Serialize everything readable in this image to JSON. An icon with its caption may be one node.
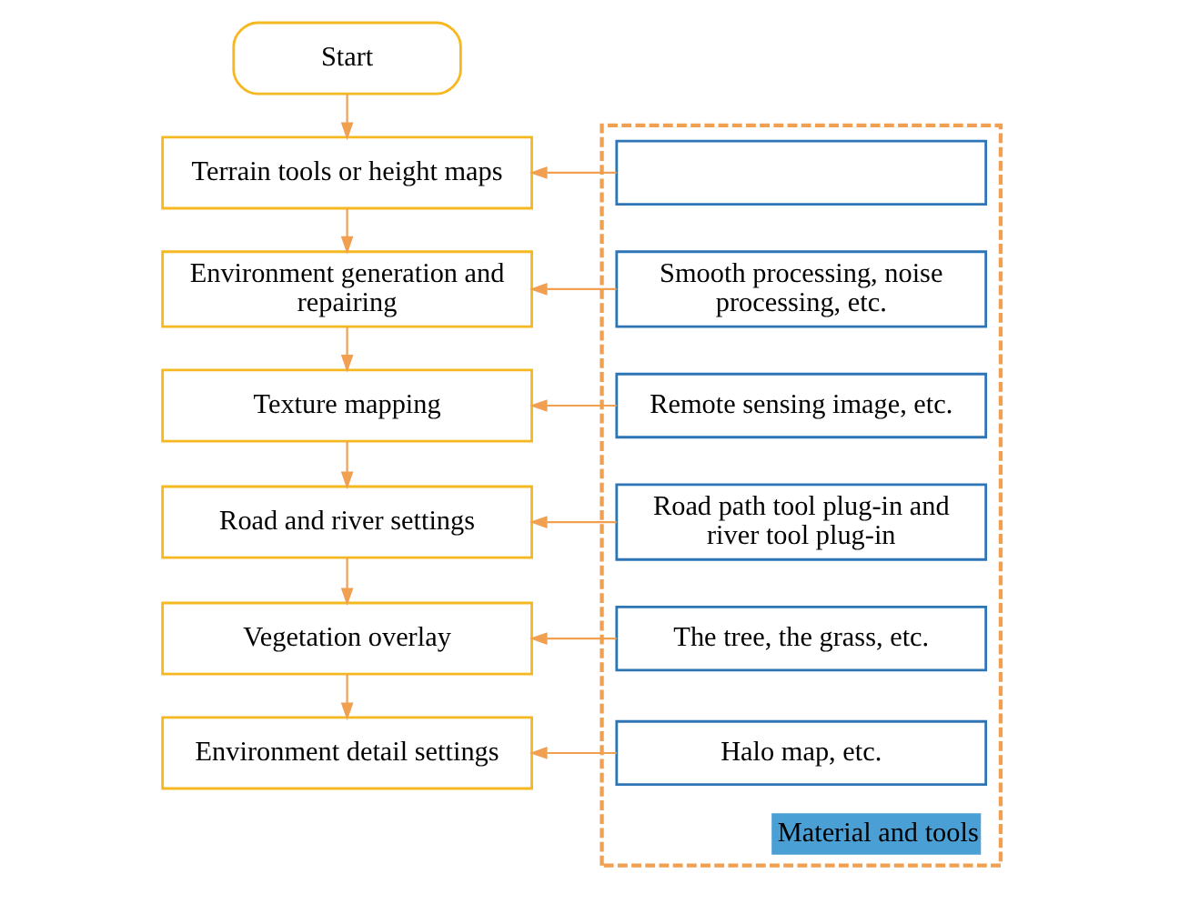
{
  "diagram": {
    "nodes": [
      {
        "text": [
          "Start"
        ]
      },
      {
        "text": [
          "Terrain tools or height maps"
        ]
      },
      {
        "text": [
          "Material and tools"
        ]
      },
      {
        "text": [],
        "shape": "box",
        "in": 2
      },
      {
        "text": [
          "Environment generation and repairing"
        ]
      },
      {
        "text": [
          "Smooth processing, noise processing, etc."
        ],
        "in": 2
      },
      {
        "text": [
          "Texture mapping"
        ]
      },
      {
        "text": [
          "Remote sensing image, etc."
        ],
        "in": 2
      },
      {
        "text": [
          "Road and river settings"
        ]
      },
      {
        "text": [
          "Road path tool plug-in and river tool plug-in"
        ],
        "in": 2
      },
      {
        "text": [
          "Vegetation overlay"
        ]
      },
      {
        "text": [
          "The tree, the grass, etc."
        ],
        "in": 2
      },
      {
        "text": [
          "Environment detail settings"
        ]
      },
      {
        "text": [
          "Halo map, etc."
        ],
        "in": 2
      }
    ],
    "edges": [
      {
        "from": 0,
        "to": 1,
        "arrow": "to"
      },
      {
        "from": 3,
        "to": 1,
        "arrow": "to"
      },
      {
        "from": 1,
        "to": 4,
        "arrow": "to"
      },
      {
        "from": 5,
        "to": 4,
        "arrow": "to"
      },
      {
        "from": 4,
        "to": 6,
        "arrow": "to"
      },
      {
        "from": 7,
        "to": 6,
        "arrow": "to"
      },
      {
        "from": 6,
        "to": 8,
        "arrow": "to"
      },
      {
        "from": 9,
        "to": 8,
        "arrow": "to"
      },
      {
        "from": 8,
        "to": 10,
        "arrow": "to"
      },
      {
        "from": 11,
        "to": 10,
        "arrow": "to"
      },
      {
        "from": 10,
        "to": 12,
        "arrow": "to"
      },
      {
        "from": 13,
        "to": 12,
        "arrow": "to"
      }
    ]
  }
}
